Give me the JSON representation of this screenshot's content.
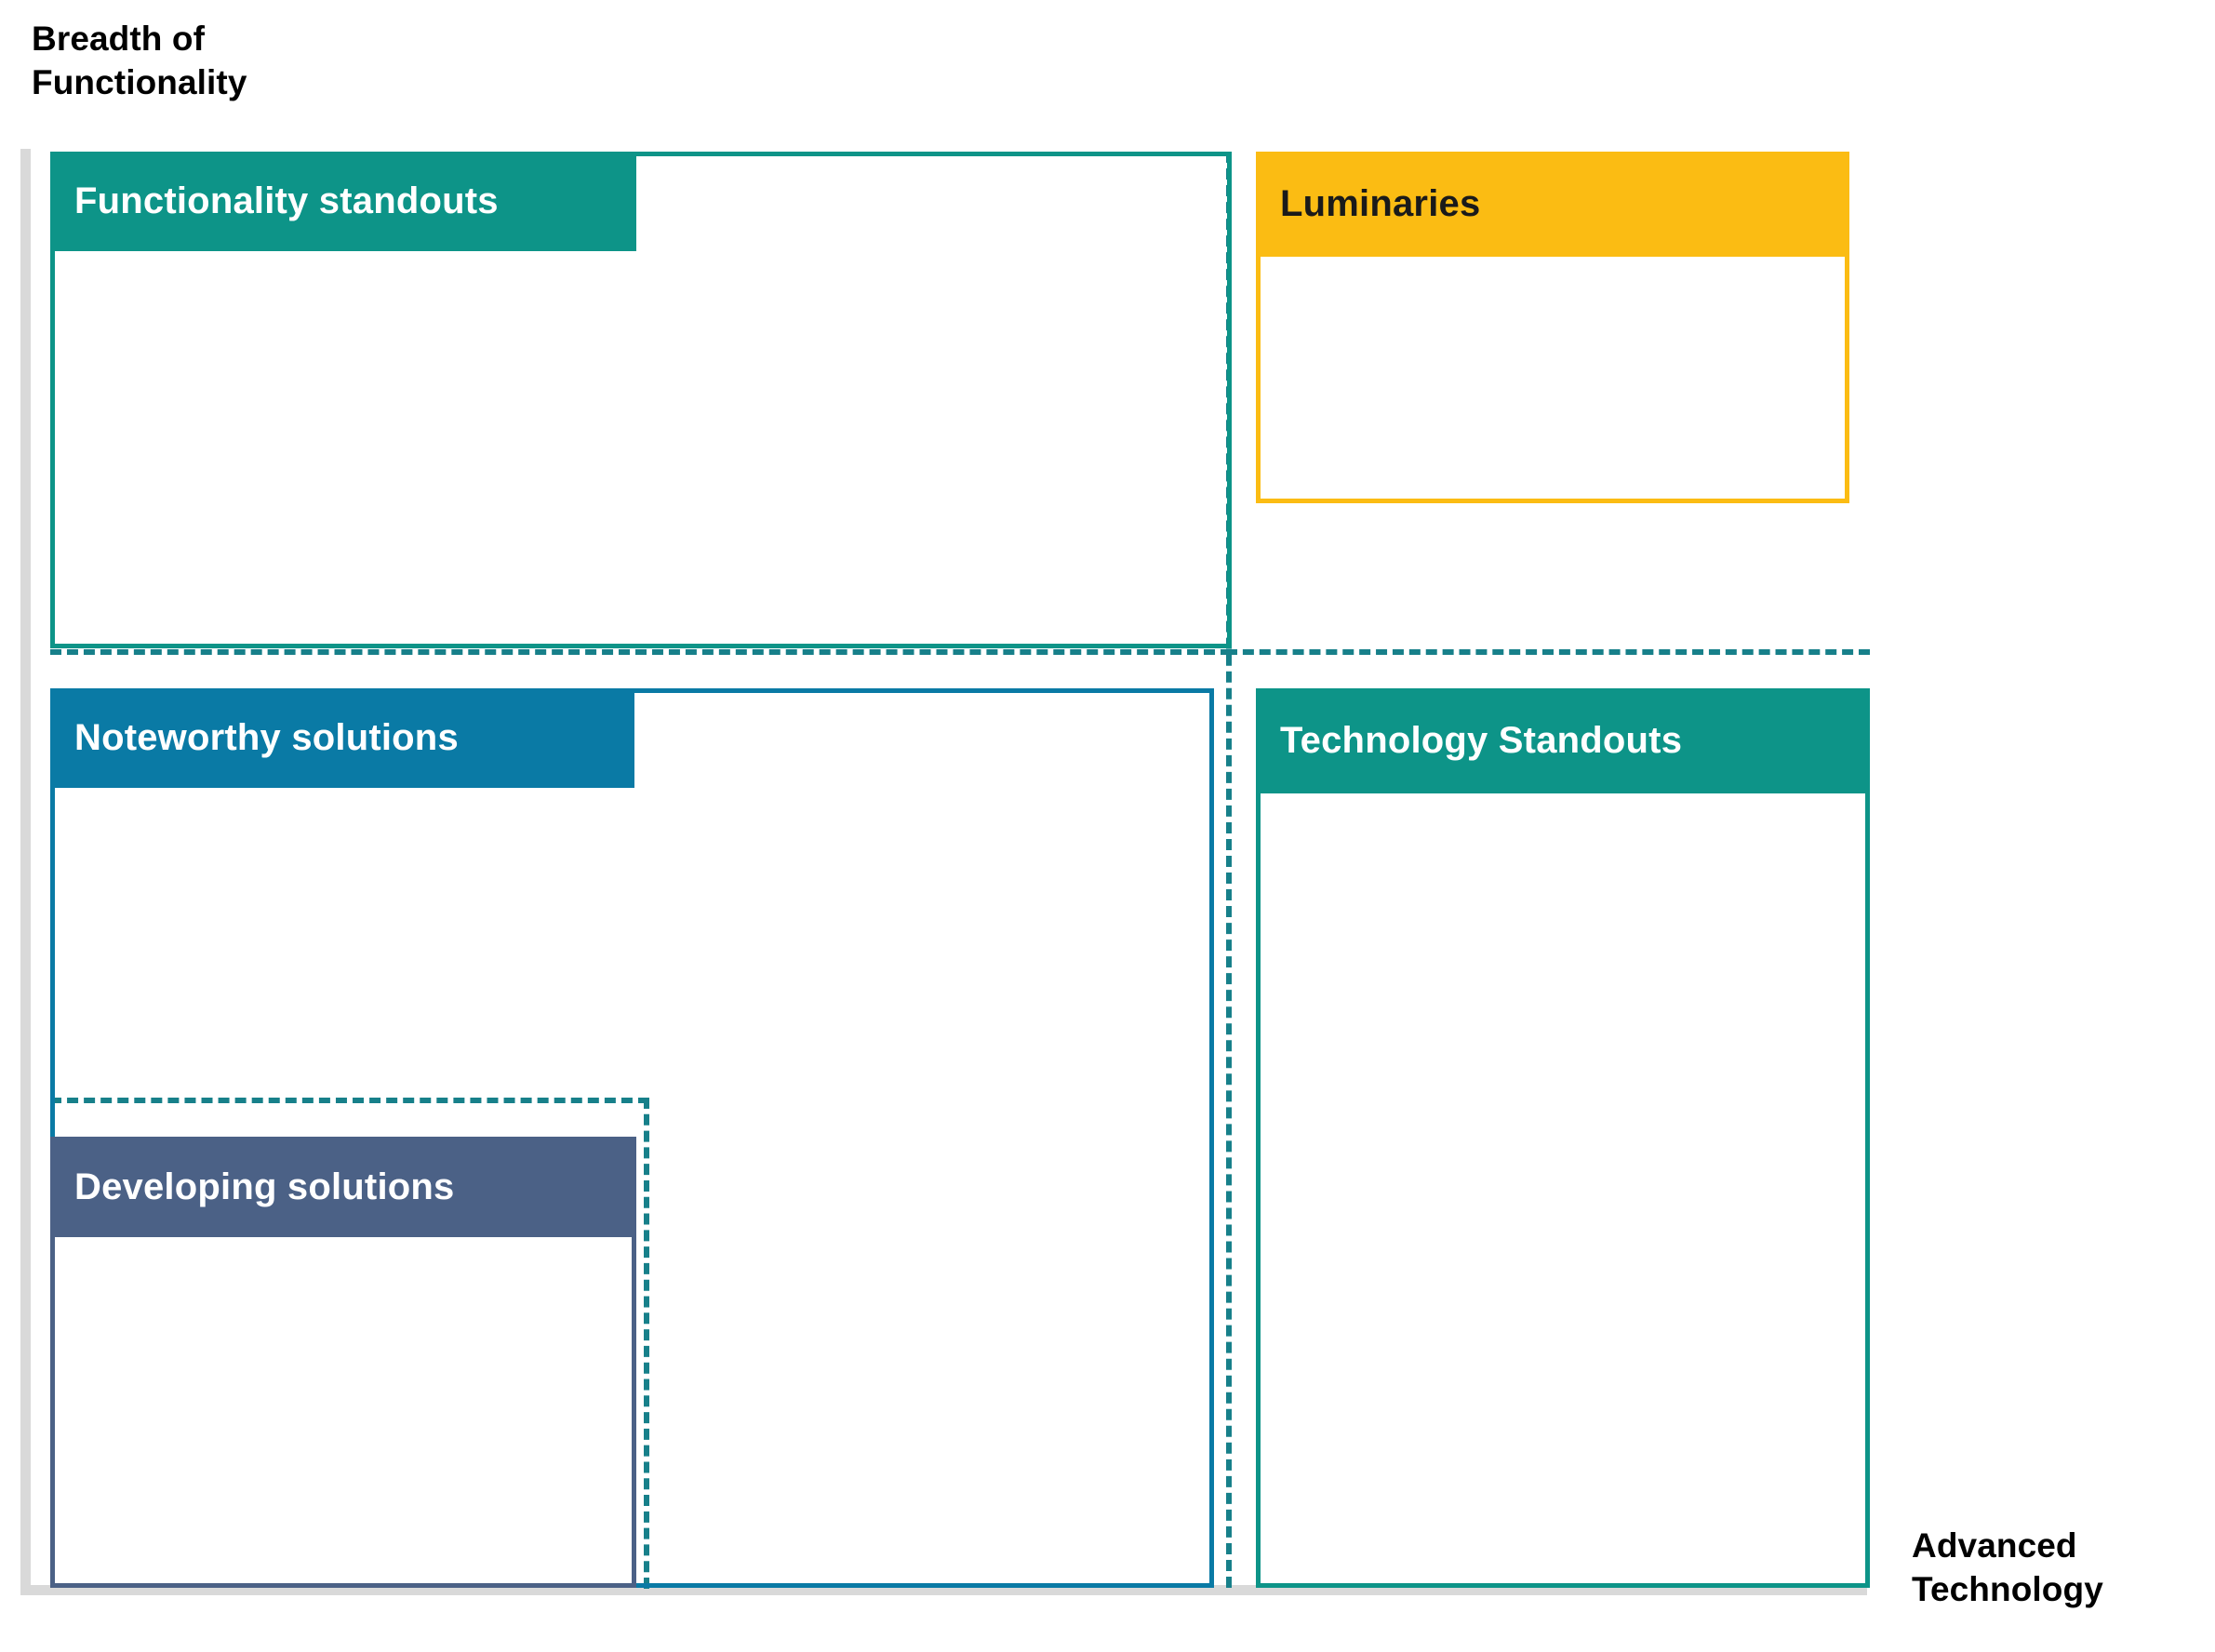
{
  "axes": {
    "y_label": "Breadth of\nFunctionality",
    "x_label": "Advanced\nTechnology"
  },
  "colors": {
    "teal": "#0d9488",
    "amber": "#fbbc13",
    "blue": "#0a7aa5",
    "slate": "#4b6186",
    "divider": "#17808a",
    "axis_rule": "#d9d9d9",
    "header_text_light": "#ffffff",
    "header_text_dark": "#1a1a1a"
  },
  "chart_data": {
    "type": "table",
    "title": "",
    "xlabel": "Advanced Technology",
    "ylabel": "Breadth of Functionality",
    "grid": false,
    "legend": "none",
    "layout": "2x2 quadrant matrix with nested lower-left band",
    "quadrants": [
      {
        "id": "functionality-standouts",
        "label": "Functionality standouts",
        "position": "top-left",
        "header_color": "#0d9488",
        "border_color": "#0d9488",
        "border_style": "solid",
        "header_text_color": "#ffffff",
        "items": []
      },
      {
        "id": "luminaries",
        "label": "Luminaries",
        "position": "top-right",
        "header_color": "#fbbc13",
        "border_color": "#fbbc13",
        "border_style": "solid",
        "header_text_color": "#1a1a1a",
        "items": []
      },
      {
        "id": "noteworthy-solutions",
        "label": "Noteworthy solutions",
        "position": "middle-left",
        "header_color": "#0a7aa5",
        "border_color": "#0a7aa5",
        "border_style": "solid",
        "header_text_color": "#ffffff",
        "items": []
      },
      {
        "id": "technology-standouts",
        "label": "Technology Standouts",
        "position": "bottom-right",
        "header_color": "#0d9488",
        "border_color": "#0d9488",
        "border_style": "solid",
        "header_text_color": "#ffffff",
        "items": []
      },
      {
        "id": "developing-solutions",
        "label": "Developing solutions",
        "position": "bottom-left",
        "header_color": "#4b6186",
        "border_color": "#4b6186",
        "border_style": "solid",
        "header_text_color": "#ffffff",
        "items": []
      }
    ]
  }
}
